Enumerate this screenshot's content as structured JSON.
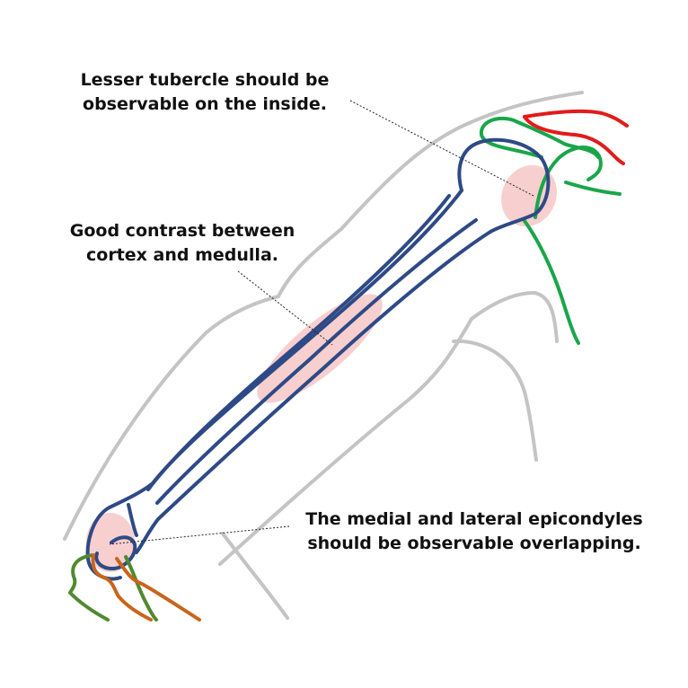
{
  "annotations": {
    "lesser_tubercle": {
      "line1": "Lesser tubercle should be",
      "line2": "observable on the inside."
    },
    "contrast": {
      "line1": "Good contrast between",
      "line2": "cortex and medulla."
    },
    "epicondyles": {
      "line1": "The medial and lateral epicondyles",
      "line2": "should be observable overlapping."
    }
  },
  "colors": {
    "humerus": "#2e4a86",
    "body_outline": "#c4c4c4",
    "scapula": "#19a64a",
    "clavicle": "#e31b1b",
    "radius": "#c8651c",
    "ulna": "#4f8a2e",
    "highlight": "#f2a7a7",
    "leader_line": "#222222"
  }
}
